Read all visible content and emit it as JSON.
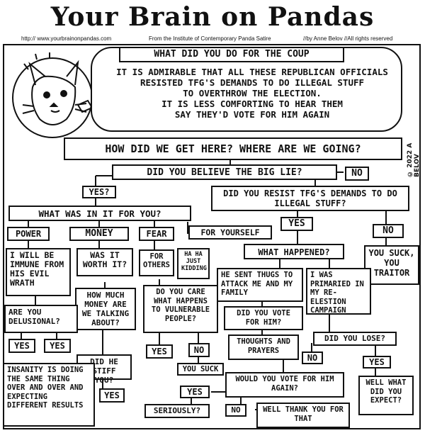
{
  "title": "Your Brain on Pandas",
  "header": {
    "url": "http:// www.yourbrainonpandas.com",
    "institute": "From the Institute of Contemporary Panda Satire",
    "byline": "//by Anne Belov //All rights reserved"
  },
  "credit": "© 2022 A BELOV",
  "bubble": {
    "title": "WHAT DID YOU DO FOR THE COUP",
    "lines": [
      "IT IS ADMIRABLE THAT ALL THESE REPUBLICAN OFFICIALS",
      "RESISTED TFG'S DEMANDS TO DO ILLEGAL STUFF",
      "TO OVERTHROW THE ELECTION.",
      "IT IS LESS COMFORTING TO HEAR THEM",
      "SAY THEY'D VOTE FOR HIM AGAIN"
    ]
  },
  "flow": {
    "question_main": "HOW DID WE GET HERE? WHERE ARE WE GOING?",
    "big_lie": "DID YOU BELIEVE THE BIG LIE?",
    "no1": "NO",
    "yes1": "YES?",
    "resist": "DID YOU RESIST TFG'S DEMANDS TO DO ILLEGAL STUFF?",
    "what_in_it": "WHAT WAS IN IT FOR YOU?",
    "yes2": "YES",
    "no2": "NO",
    "power": "POWER",
    "money": "MONEY",
    "fear": "FEAR",
    "for_yourself": "FOR YOURSELF",
    "no_traitor": "YOU SUCK, YOU TRAITOR",
    "what_happened": "WHAT HAPPENED?",
    "immune": "I WILL BE IMMUNE FROM HIS EVIL WRATH",
    "worth": "WAS IT WORTH IT?",
    "for_others": "FOR OTHERS",
    "ha_ha": "HA HA JUST KIDDING",
    "thugs": "HE SENT THUGS TO ATTACK ME AND MY FAMILY",
    "primaried": "I WAS PRIMARIED IN MY RE-ELESTION CAMPAIGN",
    "how_much": "HOW MUCH MONEY ARE WE TALKING ABOUT?",
    "care": "DO YOU CARE WHAT HAPPENS TO VULNERABLE PEOPLE?",
    "vote_him": "DID YOU VOTE FOR HIM?",
    "delusional": "ARE YOU DELUSIONAL?",
    "yes_a": "YES",
    "yes_b": "YES",
    "yes_care": "YES",
    "no_care": "NO",
    "thoughts": "THOUGHTS AND PRAYERS",
    "did_lose": "DID YOU LOSE?",
    "stiff": "DID HE STIFF YOU?",
    "you_suck": "YOU SUCK",
    "no_lose": "NO",
    "yes_lose": "YES",
    "insanity": "INSANITY IS DOING THE SAME THING OVER AND OVER AND EXPECTING DIFFERENT RESULTS",
    "yes_stiff": "YES",
    "vote_again": "WOULD YOU VOTE FOR HIM AGAIN?",
    "well_what": "WELL WHAT DID YOU EXPECT?",
    "yes_again": "YES",
    "seriously": "SERIOUSLY?",
    "no_again": "NO",
    "well_thank": "WELL THANK YOU FOR THAT"
  }
}
